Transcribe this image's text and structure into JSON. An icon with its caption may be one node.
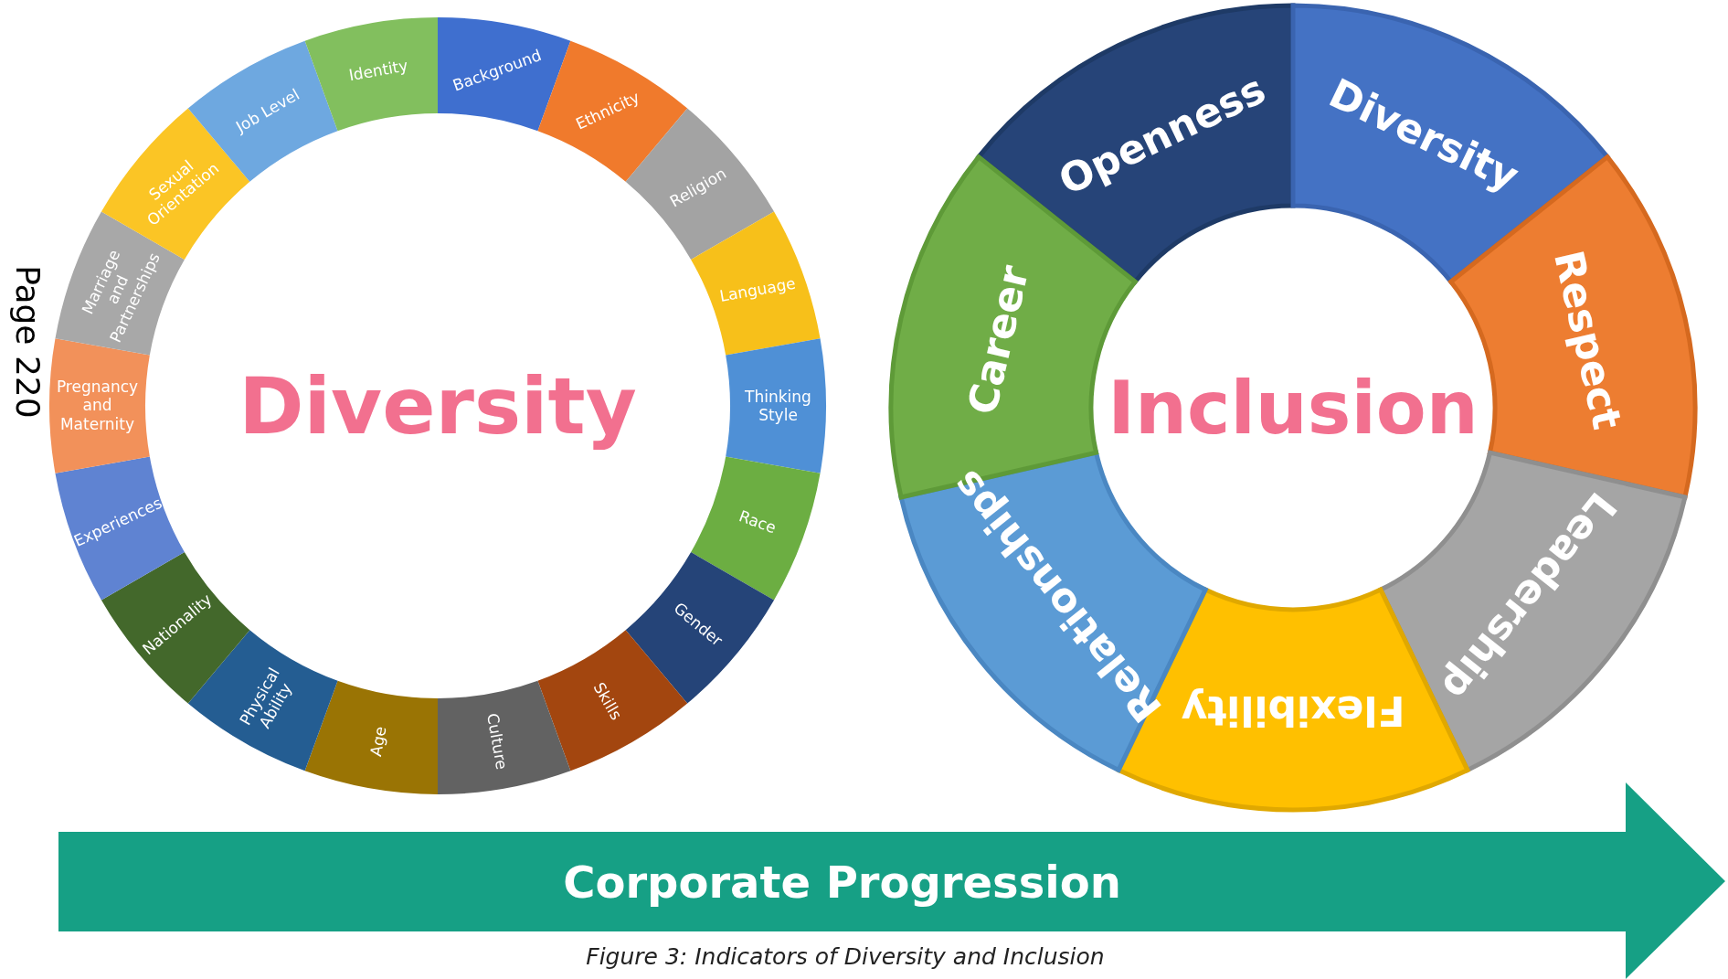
{
  "diagram": {
    "caption": "Figure 3: Indicators of Diversity and Inclusion",
    "nodes": [
      {
        "text": [
          "Diversity"
        ]
      },
      {
        "text": [
          "Background"
        ]
      },
      {
        "text": [
          "Ethnicity"
        ]
      },
      {
        "text": [
          "Religion"
        ]
      },
      {
        "text": [
          "Language"
        ]
      },
      {
        "text": [
          "Thinking Style"
        ]
      },
      {
        "text": [
          "Race"
        ]
      },
      {
        "text": [
          "Gender"
        ]
      },
      {
        "text": [
          "Skills"
        ]
      },
      {
        "text": [
          "Culture"
        ]
      },
      {
        "text": [
          "Age"
        ]
      },
      {
        "text": [
          "Physical Ability"
        ]
      },
      {
        "text": [
          "Nationality"
        ]
      },
      {
        "text": [
          "Experiences"
        ]
      },
      {
        "text": [
          "Pregnancy and Maternity"
        ]
      },
      {
        "text": [
          "Marriage and Partnerships"
        ]
      },
      {
        "text": [
          "Sexual Orientation"
        ]
      },
      {
        "text": [
          "Job Level"
        ]
      },
      {
        "text": [
          "Identity"
        ]
      },
      {
        "text": [
          "Inclusion"
        ]
      },
      {
        "text": [
          "Openness"
        ]
      },
      {
        "text": [
          "Diversity"
        ]
      },
      {
        "text": [
          "Respect"
        ]
      },
      {
        "text": [
          "Leadership"
        ]
      },
      {
        "text": [
          "Flexibility"
        ]
      },
      {
        "text": [
          "Relationships"
        ]
      },
      {
        "text": [
          "Career"
        ]
      },
      {
        "text": [
          "Corporate Progression"
        ]
      }
    ],
    "labels": [
      "Page 220"
    ]
  }
}
